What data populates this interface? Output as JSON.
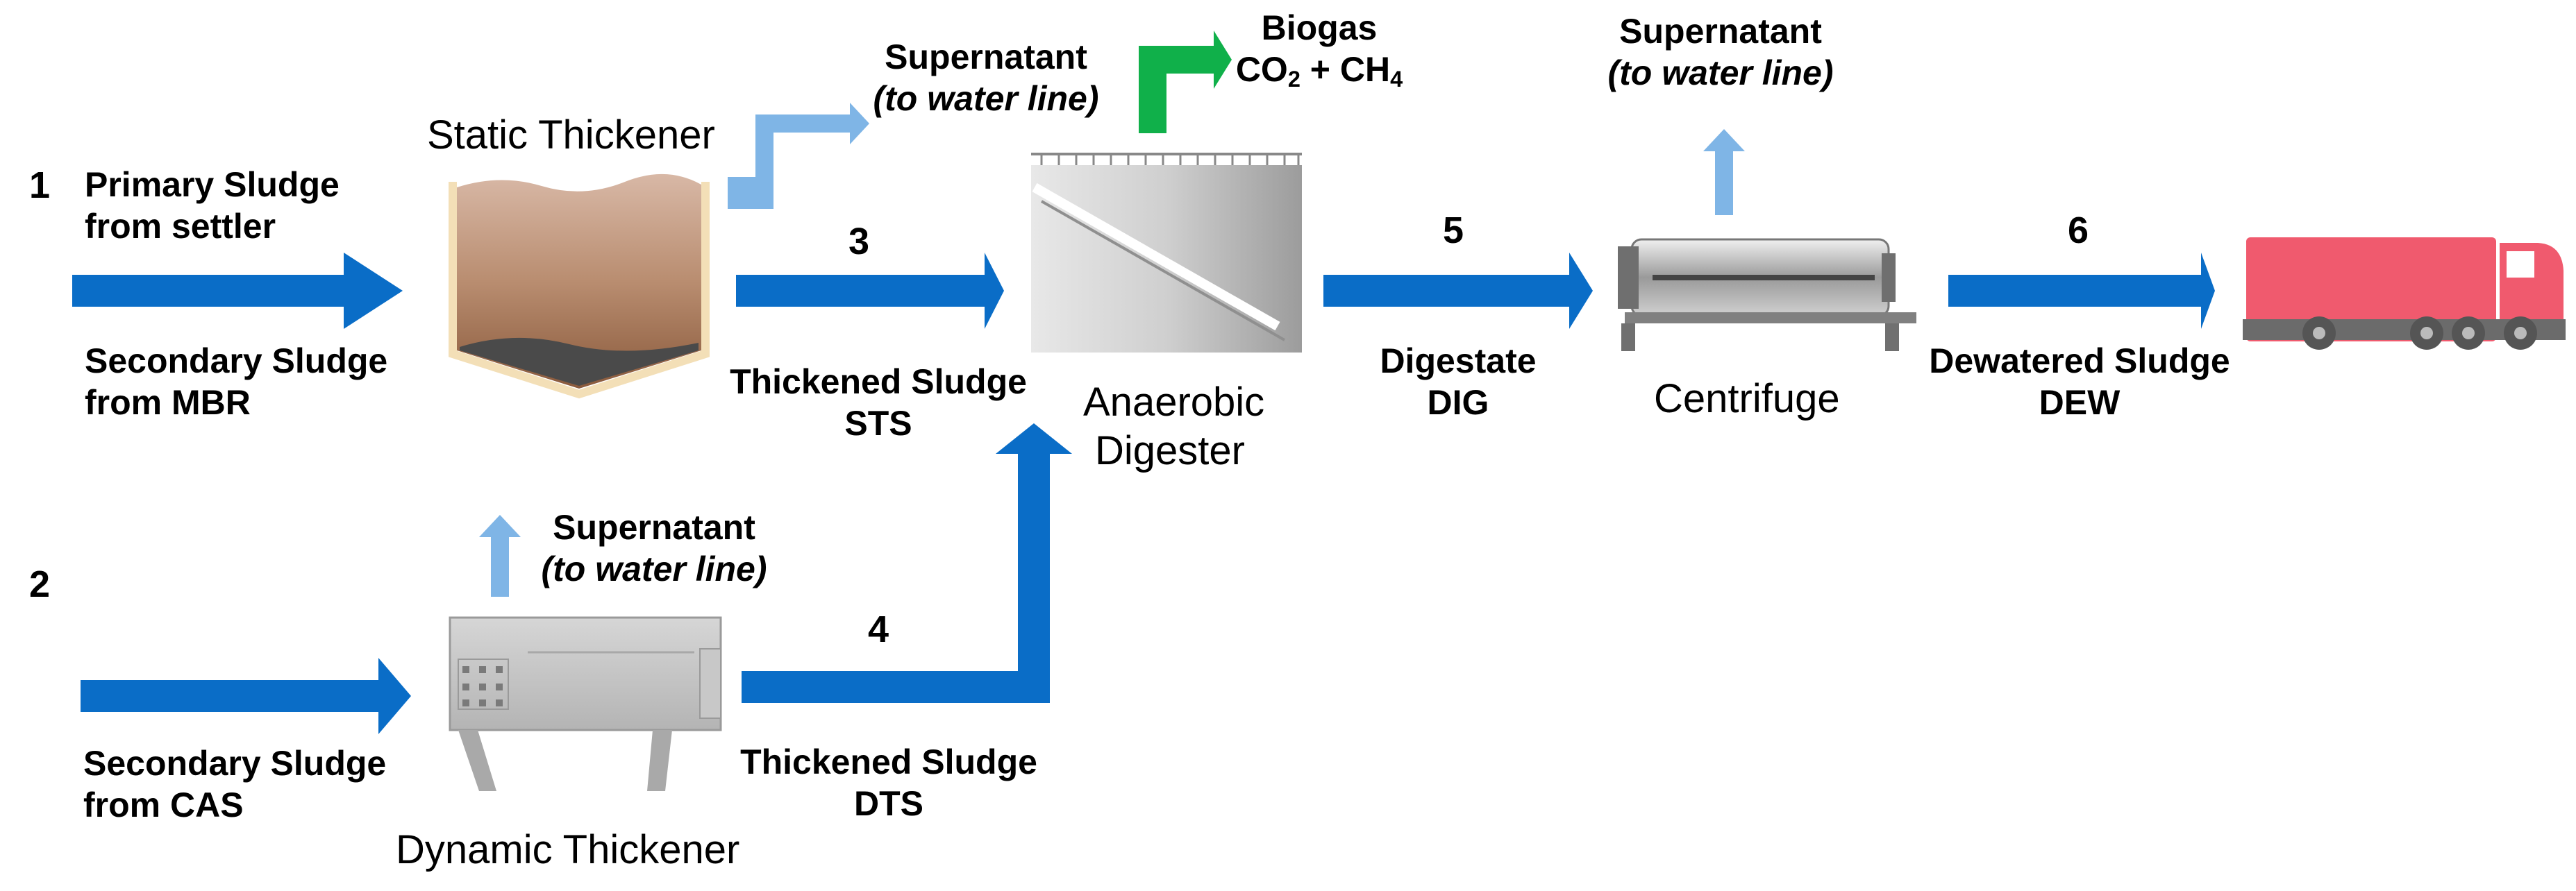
{
  "steps": {
    "s1": "1",
    "s2": "2",
    "s3": "3",
    "s4": "4",
    "s5": "5",
    "s6": "6"
  },
  "inputs": {
    "primary": [
      "Primary Sludge",
      "from settler"
    ],
    "secondary_mbr": [
      "Secondary Sludge",
      "from MBR"
    ],
    "secondary_cas": [
      "Secondary Sludge",
      "from CAS"
    ]
  },
  "units": {
    "static_thickener": "Static Thickener",
    "dynamic_thickener": "Dynamic Thickener",
    "anaerobic_digester": [
      "Anaerobic",
      "Digester"
    ],
    "centrifuge": "Centrifuge"
  },
  "streams": {
    "sts": [
      "Thickened Sludge",
      "STS"
    ],
    "dts": [
      "Thickened Sludge",
      "DTS"
    ],
    "dig": [
      "Digestate",
      "DIG"
    ],
    "dew": [
      "Dewatered Sludge",
      "DEW"
    ]
  },
  "supernatant": {
    "title": "Supernatant",
    "note": "(to water line)"
  },
  "biogas": {
    "title": "Biogas",
    "formula": {
      "co2": "CO",
      "co2_sub": "2",
      "plus": " + CH",
      "ch4_sub": "4"
    }
  },
  "colors": {
    "main_arrow": "#0a6dc7",
    "supernatant_arrow": "#7fb5e6",
    "biogas_arrow": "#10b04a",
    "truck": "#f05a6e",
    "sludge": "#a07050"
  }
}
